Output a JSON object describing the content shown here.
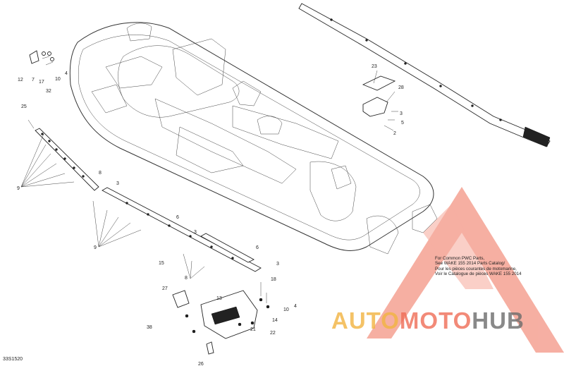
{
  "diagram": {
    "callouts": {
      "c2": "2",
      "c3a": "3",
      "c3b": "3",
      "c3c": "3",
      "c3d": "3",
      "c4a": "4",
      "c4b": "4",
      "c5": "5",
      "c6a": "6",
      "c6b": "6",
      "c7": "7",
      "c8a": "8",
      "c8b": "8",
      "c9a": "9",
      "c9b": "9",
      "c10a": "10",
      "c10b": "10",
      "c12": "12",
      "c13": "13",
      "c14": "14",
      "c15": "15",
      "c17": "17",
      "c18": "18",
      "c21": "21",
      "c22": "22",
      "c23": "23",
      "c25": "25",
      "c26": "26",
      "c27": "27",
      "c28": "28",
      "c32": "32",
      "c38": "38"
    },
    "note_lines": [
      "For Common PWC Parts,",
      "See WAKE 155 2014 Parts Catalog/",
      "Pour les pièces courantes de motomarine,",
      "Voir le Catalogue de pièces WAKE 155 2014"
    ],
    "diagram_id": "33S1520"
  },
  "watermark": {
    "part1": "AUTO",
    "part2": "MOTO",
    "part3": "HUB",
    "colors": {
      "auto": "#f2b441",
      "moto": "#ef6e57",
      "hub": "#6c6c6c",
      "triangle": "#ef6e57"
    }
  }
}
